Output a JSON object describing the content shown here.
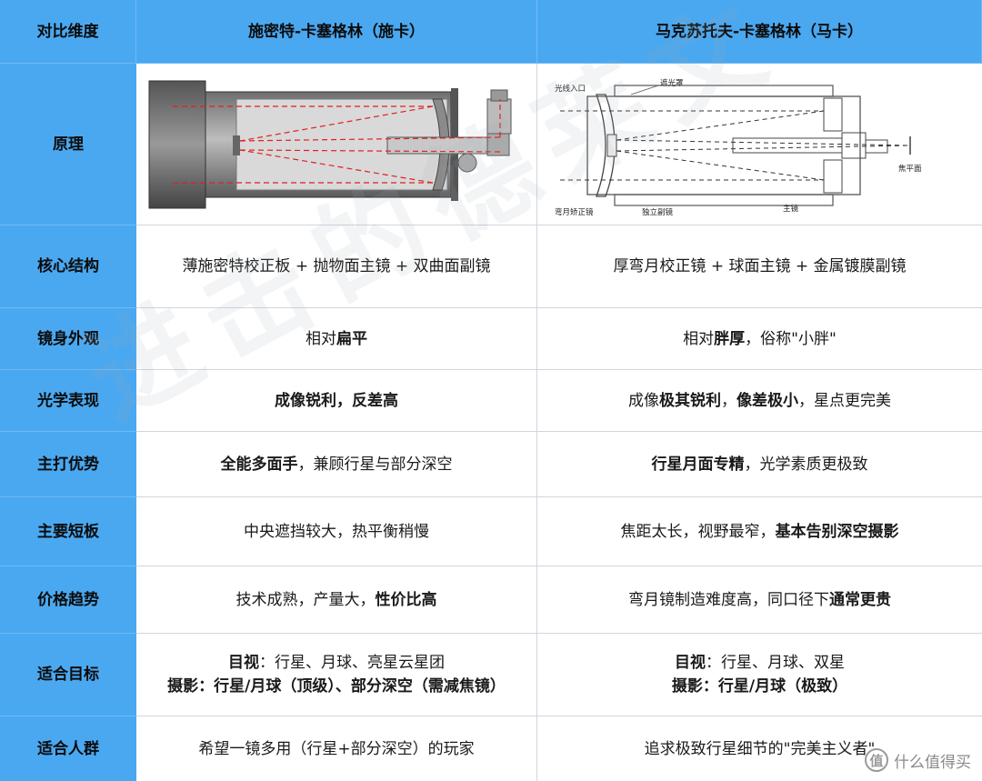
{
  "header": {
    "dimension": "对比维度",
    "sct": "施密特-卡塞格林（施卡）",
    "mak": "马克苏托夫-卡塞格林（马卡）"
  },
  "rows": [
    {
      "label": "原理"
    },
    {
      "label": "核心结构",
      "sct": [
        "薄施密特校正板 + 抛物面主镜 + 双曲面副镜"
      ],
      "mak": [
        "厚弯月校正镜 + 球面主镜 + 金属镀膜副镜"
      ]
    },
    {
      "label": "镜身外观",
      "sct": [
        "相对",
        "扁平"
      ],
      "mak": [
        "相对",
        "胖厚",
        "，俗称\"小胖\""
      ]
    },
    {
      "label": "光学表现",
      "sct": [
        "成像锐利，反差高"
      ],
      "mak": [
        "成像",
        "极其锐利",
        "，",
        "像差极小",
        "，星点更完美"
      ]
    },
    {
      "label": "主打优势",
      "sct": [
        "全能多面手",
        "，兼顾行星与部分深空"
      ],
      "mak": [
        "行星月面专精",
        "，光学素质更极致"
      ]
    },
    {
      "label": "主要短板",
      "sct": [
        "中央遮挡较大，热平衡稍慢"
      ],
      "mak": [
        "焦距太长，视野最窄，",
        "基本告别深空摄影"
      ]
    },
    {
      "label": "价格趋势",
      "sct": [
        "技术成熟，产量大，",
        "性价比高"
      ],
      "mak": [
        "弯月镜制造难度高，同口径下",
        "通常更贵"
      ]
    },
    {
      "label": "适合目标",
      "sct": [
        "目视",
        "：行星、月球、亮星云星团",
        "摄影：行星/月球（顶级）、部分深空（需减焦镜）"
      ],
      "mak": [
        "目视",
        "：行星、月球、双星",
        "摄影：行星/月球（极致）"
      ]
    },
    {
      "label": "适合人群",
      "sct": [
        "希望一镜多用（行星+部分深空）的玩家"
      ],
      "mak": [
        "追求极致行星细节的\"完美主义者\""
      ]
    }
  ],
  "diagram_mak": {
    "entrance": "光线入口",
    "baffle": "遮光罩",
    "meniscus": "弯月矫正镜",
    "secondary": "独立副镜",
    "primary": "主镜",
    "focal": "焦平面"
  },
  "watermark": "进击的德莱文",
  "logo": {
    "glyph": "值",
    "text": "什么值得买"
  }
}
